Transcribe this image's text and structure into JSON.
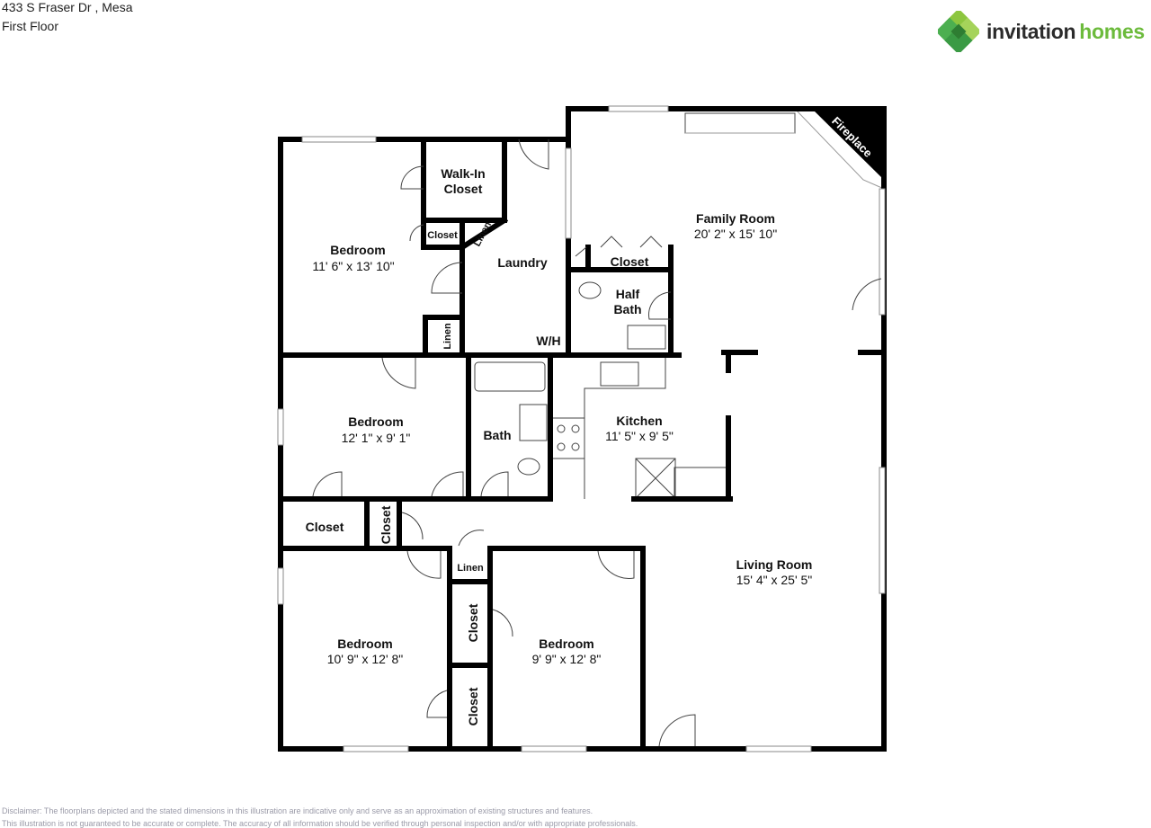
{
  "header": {
    "address": "433 S Fraser Dr , Mesa",
    "floor": "First Floor"
  },
  "logo": {
    "word1": "invitation",
    "word2": "homes",
    "colors": {
      "dark": "#2b2b2b",
      "green": "#6cbb3c"
    }
  },
  "rooms": {
    "bedroom1": {
      "name": "Bedroom",
      "dims": "11' 6\" x 13' 10\""
    },
    "walkin": {
      "line1": "Walk-In",
      "line2": "Closet"
    },
    "closet_small": "Closet",
    "linen_top": "Linen",
    "laundry": "Laundry",
    "wh": "W/H",
    "linen_mid": "Linen",
    "family": {
      "name": "Family Room",
      "dims": "20' 2\" x 15' 10\""
    },
    "fireplace": "Fireplace",
    "closet_fam": "Closet",
    "halfbath": {
      "line1": "Half",
      "line2": "Bath"
    },
    "bedroom2": {
      "name": "Bedroom",
      "dims": "12' 1\" x 9' 1\""
    },
    "bath": "Bath",
    "kitchen": {
      "name": "Kitchen",
      "dims": "11' 5\" x 9' 5\""
    },
    "closet_a": "Closet",
    "closet_b": "Closet",
    "linen_low": "Linen",
    "closet_c": "Closet",
    "closet_d": "Closet",
    "living": {
      "name": "Living Room",
      "dims": "15' 4\" x 25' 5\""
    },
    "bedroom3": {
      "name": "Bedroom",
      "dims": "10' 9\" x 12' 8\""
    },
    "bedroom4": {
      "name": "Bedroom",
      "dims": "9' 9\" x 12' 8\""
    }
  },
  "disclaimer": {
    "line1": "Disclaimer: The floorplans depicted and the stated dimensions in this illustration are indicative only and serve as an approximation of existing structures and features.",
    "line2": "This illustration is not guaranteed to be accurate or complete. The accuracy of all information should be verified through personal inspection and/or with appropriate professionals."
  }
}
